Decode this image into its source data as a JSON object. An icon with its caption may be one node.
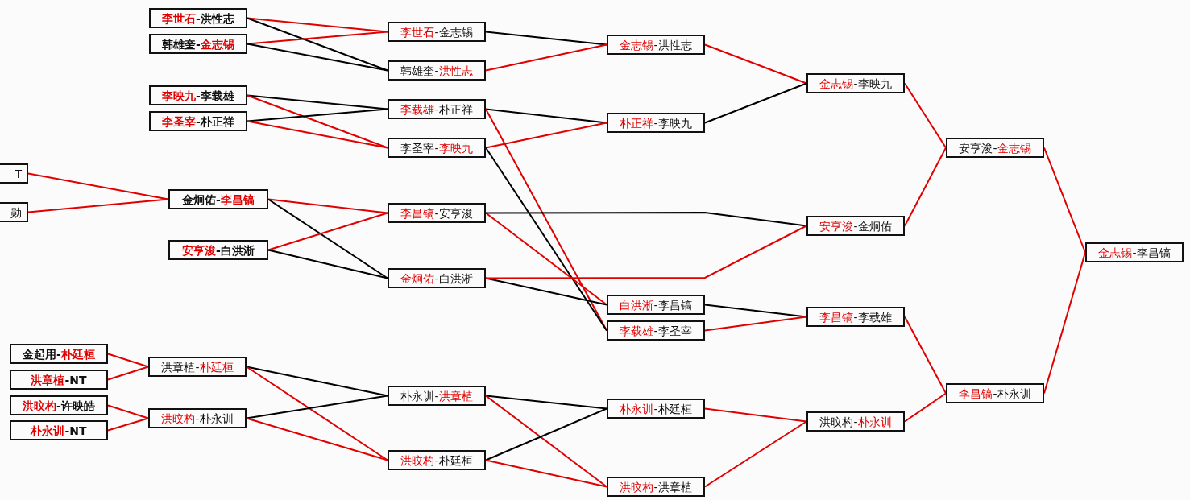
{
  "diagram": {
    "nodes": [
      {
        "text": [
          "**李世石**-洪性志"
        ]
      },
      {
        "text": [
          "韩雄奎-**金志锡**"
        ]
      },
      {
        "text": [
          "**李映九**-李载雄"
        ]
      },
      {
        "text": [
          "**李圣宰**-朴正祥"
        ]
      },
      {
        "text": [
          "T"
        ]
      },
      {
        "text": [
          "勋"
        ]
      },
      {
        "text": [
          "金炯佑-**李昌镐**"
        ]
      },
      {
        "text": [
          "**安亨浚**-白洪淅"
        ]
      },
      {
        "text": [
          "金起用-**朴廷桓**"
        ]
      },
      {
        "text": [
          "**洪章植**-NT"
        ]
      },
      {
        "text": [
          "**洪旼杓**-许映皓"
        ]
      },
      {
        "text": [
          "**朴永训**-NT"
        ]
      },
      {
        "text": [
          "洪章植-**朴廷桓**"
        ]
      },
      {
        "text": [
          "**洪旼杓**-朴永训"
        ]
      },
      {
        "text": [
          "**李世石**-金志锡"
        ]
      },
      {
        "text": [
          "韩雄奎-**洪性志**"
        ]
      },
      {
        "text": [
          "**李载雄**-朴正祥"
        ]
      },
      {
        "text": [
          "李圣宰-**李映九**"
        ]
      },
      {
        "text": [
          "**李昌镐**-安亨浚"
        ]
      },
      {
        "text": [
          "**金炯佑**-白洪淅"
        ]
      },
      {
        "text": [
          "朴永训-**洪章植**"
        ]
      },
      {
        "text": [
          "**洪旼杓**-朴廷桓"
        ]
      },
      {
        "text": [
          "**金志锡**-洪性志"
        ]
      },
      {
        "text": [
          "**朴正祥**-李映九"
        ]
      },
      {
        "text": [
          "**白洪淅**-李昌镐"
        ]
      },
      {
        "text": [
          "**李载雄**-李圣宰"
        ]
      },
      {
        "text": [
          "**朴永训**-朴廷桓"
        ]
      },
      {
        "text": [
          "**洪旼杓**-洪章植"
        ]
      },
      {
        "text": [
          "**金志锡**-李映九"
        ]
      },
      {
        "text": [
          "**安亨浚**-金炯佑"
        ]
      },
      {
        "text": [
          "**李昌镐**-李载雄"
        ]
      },
      {
        "text": [
          "洪旼杓-**朴永训**"
        ]
      },
      {
        "text": [
          "安亨浚-**金志锡**"
        ]
      },
      {
        "text": [
          "**李昌镐**-朴永训"
        ]
      },
      {
        "text": [
          "**金志锡**-李昌镐"
        ]
      }
    ],
    "edges": [
      {
        "from": 0,
        "to": 14,
        "arrow": "none"
      },
      {
        "from": 0,
        "to": 15,
        "arrow": "none",
        "color": "#000000"
      },
      {
        "from": 1,
        "to": 14,
        "arrow": "none"
      },
      {
        "from": 1,
        "to": 15,
        "arrow": "none",
        "color": "#000000"
      },
      {
        "from": 2,
        "to": 16,
        "arrow": "none",
        "color": "#000000"
      },
      {
        "from": 2,
        "to": 17,
        "arrow": "none"
      },
      {
        "from": 3,
        "to": 16,
        "arrow": "none",
        "color": "#000000"
      },
      {
        "from": 3,
        "to": 17,
        "arrow": "none"
      },
      {
        "from": 4,
        "to": 6,
        "arrow": "none"
      },
      {
        "from": 5,
        "to": 6,
        "arrow": "none"
      },
      {
        "from": 6,
        "to": 18,
        "arrow": "none"
      },
      {
        "from": 6,
        "to": 19,
        "arrow": "none",
        "color": "#000000"
      },
      {
        "from": 7,
        "to": 18,
        "arrow": "none"
      },
      {
        "from": 7,
        "to": 19,
        "arrow": "none",
        "color": "#000000"
      },
      {
        "from": 8,
        "to": 12,
        "arrow": "none"
      },
      {
        "from": 9,
        "to": 12,
        "arrow": "none"
      },
      {
        "from": 10,
        "to": 13,
        "arrow": "none"
      },
      {
        "from": 11,
        "to": 13,
        "arrow": "none"
      },
      {
        "from": 12,
        "to": 20,
        "arrow": "none",
        "color": "#000000"
      },
      {
        "from": 12,
        "to": 21,
        "arrow": "none"
      },
      {
        "from": 13,
        "to": 20,
        "arrow": "none",
        "color": "#000000"
      },
      {
        "from": 13,
        "to": 21,
        "arrow": "none"
      },
      {
        "from": 14,
        "to": 22,
        "arrow": "none",
        "color": "#000000"
      },
      {
        "from": 15,
        "to": 22,
        "arrow": "none"
      },
      {
        "from": 16,
        "to": 23,
        "arrow": "none",
        "color": "#000000"
      },
      {
        "from": 16,
        "to": 25,
        "arrow": "none"
      },
      {
        "from": 17,
        "to": 23,
        "arrow": "none"
      },
      {
        "from": 17,
        "to": 25,
        "arrow": "none",
        "color": "#000000"
      },
      {
        "from": 18,
        "to": 24,
        "arrow": "none"
      },
      {
        "from": 18,
        "to": 29,
        "arrow": "none",
        "color": "#000000"
      },
      {
        "from": 19,
        "to": 24,
        "arrow": "none",
        "color": "#000000"
      },
      {
        "from": 19,
        "to": 29,
        "arrow": "none"
      },
      {
        "from": 20,
        "to": 26,
        "arrow": "none",
        "color": "#000000"
      },
      {
        "from": 20,
        "to": 27,
        "arrow": "none"
      },
      {
        "from": 21,
        "to": 26,
        "arrow": "none",
        "color": "#000000"
      },
      {
        "from": 21,
        "to": 27,
        "arrow": "none"
      },
      {
        "from": 22,
        "to": 28,
        "arrow": "none"
      },
      {
        "from": 23,
        "to": 28,
        "arrow": "none",
        "color": "#000000"
      },
      {
        "from": 24,
        "to": 30,
        "arrow": "none",
        "color": "#000000"
      },
      {
        "from": 25,
        "to": 30,
        "arrow": "none"
      },
      {
        "from": 26,
        "to": 31,
        "arrow": "none"
      },
      {
        "from": 27,
        "to": 31,
        "arrow": "none"
      },
      {
        "from": 28,
        "to": 32,
        "arrow": "none"
      },
      {
        "from": 29,
        "to": 32,
        "arrow": "none"
      },
      {
        "from": 30,
        "to": 33,
        "arrow": "none"
      },
      {
        "from": 31,
        "to": 33,
        "arrow": "none"
      },
      {
        "from": 32,
        "to": 34,
        "arrow": "none"
      },
      {
        "from": 33,
        "to": 34,
        "arrow": "none"
      }
    ]
  }
}
